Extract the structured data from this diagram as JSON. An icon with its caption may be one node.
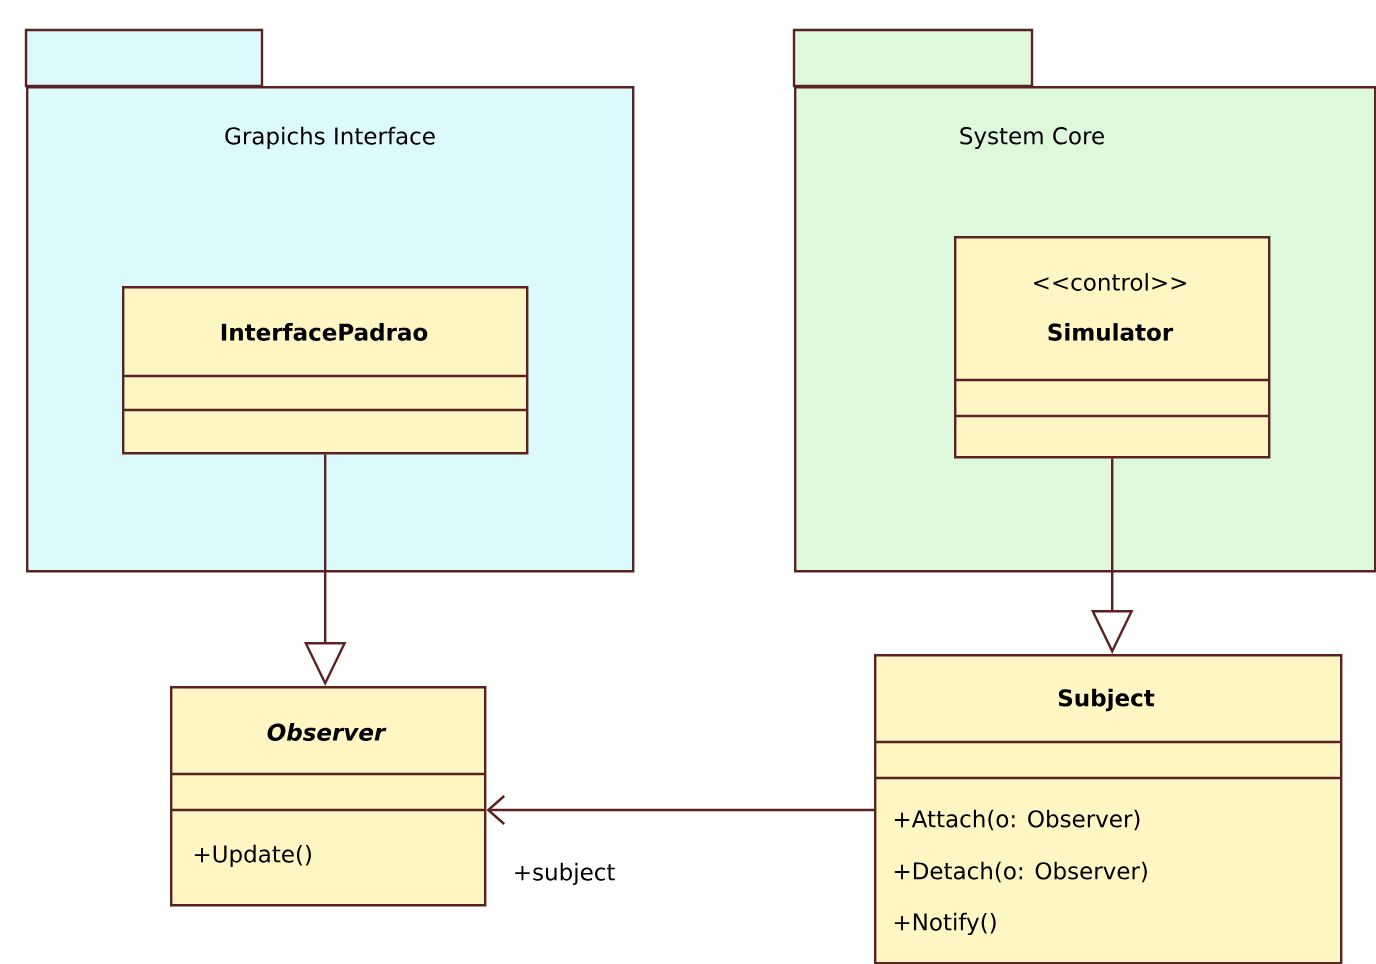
{
  "diagram": {
    "nodes": [
      {
        "text": [
          "Grapichs Interface"
        ]
      },
      {
        "text": [
          "InterfacePadrao"
        ],
        "in": 0
      },
      {
        "text": [
          "System Core"
        ]
      },
      {
        "text": [
          "<<control>>",
          "Simulator"
        ],
        "in": 2
      },
      {
        "text": [
          "Observer",
          "+Update()"
        ]
      },
      {
        "text": [
          "Subject",
          "+Attach(o: Observer)",
          "+Detach(o: Observer)",
          "+Notify()"
        ]
      }
    ],
    "edges": [
      {
        "from": 1,
        "to": 4,
        "arrow": "to"
      },
      {
        "from": 3,
        "to": 5,
        "arrow": "to"
      },
      {
        "from": 5,
        "to": 4,
        "arrow": "to",
        "label": "+subject"
      }
    ]
  }
}
